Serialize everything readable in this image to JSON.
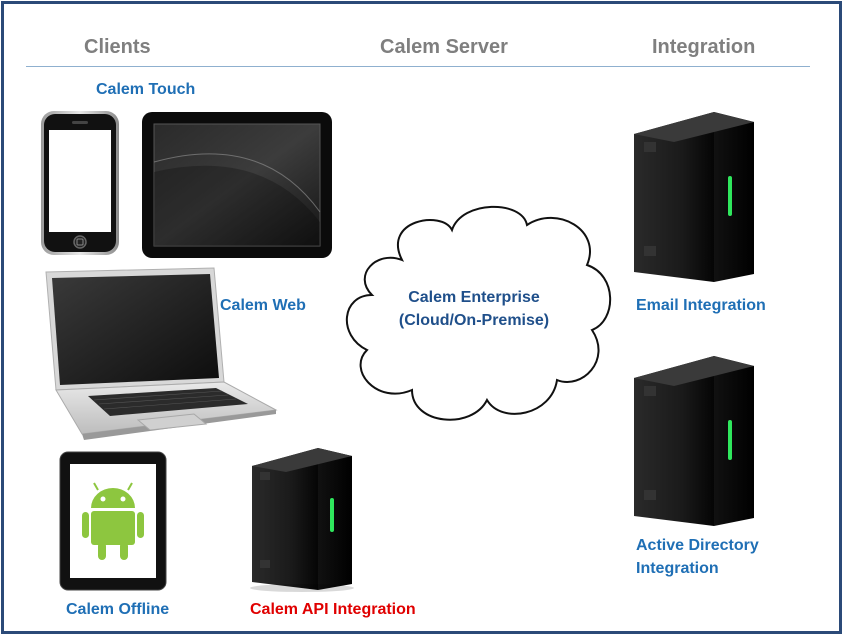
{
  "headers": {
    "clients": "Clients",
    "server": "Calem Server",
    "integration": "Integration"
  },
  "labels": {
    "touch": "Calem Touch",
    "web": "Calem Web",
    "offline": "Calem Offline",
    "api": "Calem API Integration",
    "email": "Email Integration",
    "ad_line1": "Active Directory",
    "ad_line2": "Integration",
    "enterprise_line1": "Calem Enterprise",
    "enterprise_line2": "(Cloud/On-Premise)"
  },
  "icons": {
    "phone": "smartphone-icon",
    "tablet": "tablet-icon",
    "laptop": "laptop-icon",
    "android_tablet": "android-tablet-icon",
    "server": "server-tower-icon",
    "cloud": "cloud-icon"
  },
  "colors": {
    "frame": "#2b4a78",
    "header_text": "#7f7f7f",
    "label_blue": "#1f6fb5",
    "label_red": "#e00000",
    "cloud_text": "#1f4f8a",
    "server_led": "#33ff66",
    "android_green": "#8dc63f"
  }
}
